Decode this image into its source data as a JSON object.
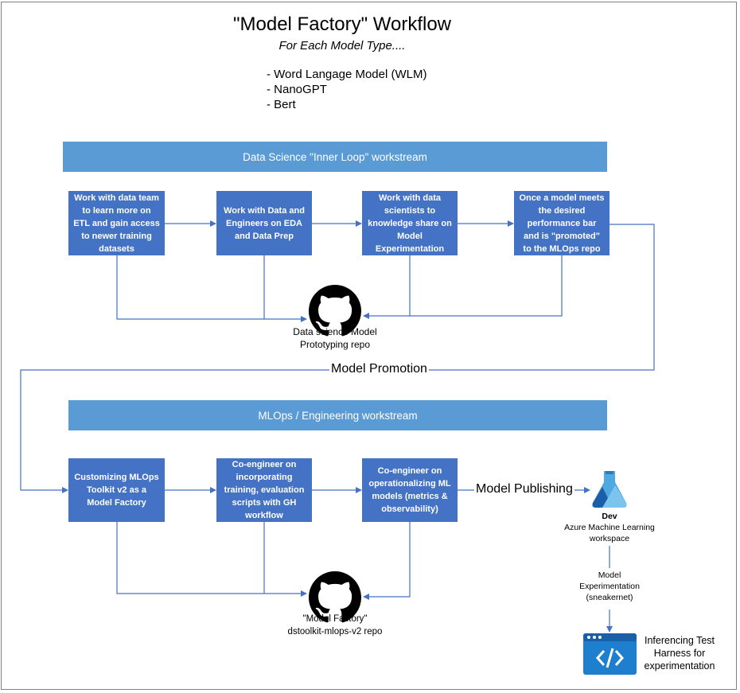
{
  "title": "\"Model Factory\" Workflow",
  "subtitle": "For Each Model Type....",
  "model_types": [
    "- Word Langage Model (WLM)",
    "- NanoGPT",
    "- Bert"
  ],
  "inner_loop": {
    "banner": "Data Science \"Inner Loop\" workstream",
    "steps": [
      "Work with data team to learn more on ETL and gain access to newer training datasets",
      "Work with Data and Engineers on EDA and Data Prep",
      "Work with data scientists to knowledge share on Model Experimentation",
      "Once a model meets the desired performance bar and is \"promoted\" to the MLOps repo"
    ],
    "repo": "Data science Model Prototyping repo"
  },
  "promotion_label": "Model Promotion",
  "mlops": {
    "banner": "MLOps / Engineering workstream",
    "steps": [
      "Customizing MLOps Toolkit v2 as a Model Factory",
      "Co-engineer on incorporating training, evaluation scripts with GH workflow",
      "Co-engineer on operationalizing ML models (metrics & observability)"
    ],
    "repo": "\"Model Factory\" dstoolkit-mlops-v2 repo"
  },
  "publishing_label": "Model Publishing",
  "azure": {
    "env": "Dev",
    "name": "Azure Machine Learning workspace"
  },
  "experimentation_label": "Model Experimentation (sneakernet)",
  "harness_label": "Inferencing Test Harness for experimentation",
  "colors": {
    "banner": "#5b9bd5",
    "box": "#4472c4",
    "connector": "#4472c4",
    "frame": "#7f7f7f"
  },
  "icons": [
    "github-icon",
    "azure-ml-icon",
    "code-window-icon"
  ]
}
